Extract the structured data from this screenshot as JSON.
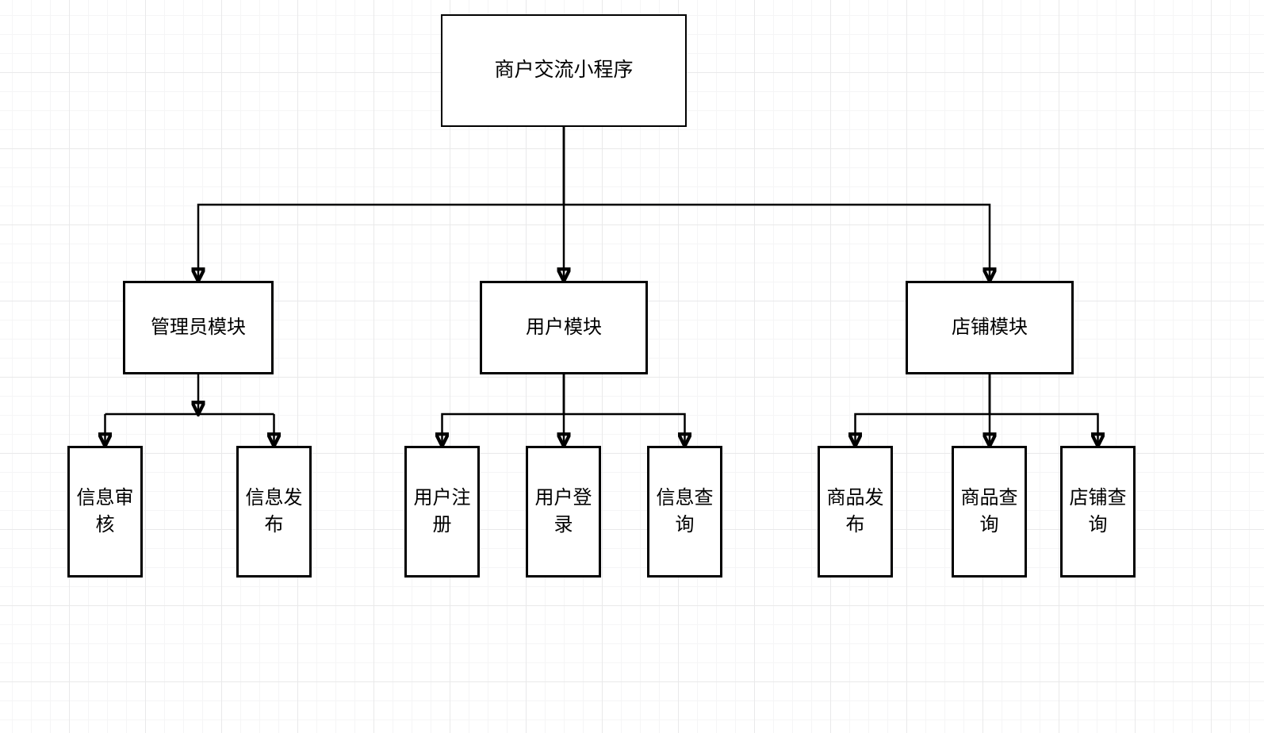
{
  "diagram": {
    "type": "hierarchy-flowchart",
    "direction": "top-down",
    "arrow_style": "solid-triangle",
    "levels": 3
  },
  "colors": {
    "canvas_background": "#ffffff",
    "grid_minor": "#f5f5f6",
    "grid_major": "#e9e9ea",
    "node_fill": "#ffffff",
    "node_stroke": "#000000",
    "edge_stroke": "#000000",
    "text": "#000000"
  },
  "nodes": [
    {
      "id": "root",
      "label": "商户交流小程序",
      "level": 0
    },
    {
      "id": "admin-module",
      "label": "管理员模块",
      "level": 1
    },
    {
      "id": "user-module",
      "label": "用户模块",
      "level": 1
    },
    {
      "id": "shop-module",
      "label": "店铺模块",
      "level": 1
    },
    {
      "id": "info-review",
      "label": "信息审核",
      "level": 2
    },
    {
      "id": "info-publish",
      "label": "信息发布",
      "level": 2
    },
    {
      "id": "user-register",
      "label": "用户注册",
      "level": 2
    },
    {
      "id": "user-login",
      "label": "用户登录",
      "level": 2
    },
    {
      "id": "info-query",
      "label": "信息查询",
      "level": 2
    },
    {
      "id": "product-publish",
      "label": "商品发布",
      "level": 2
    },
    {
      "id": "product-query",
      "label": "商品查询",
      "level": 2
    },
    {
      "id": "shop-query",
      "label": "店铺查询",
      "level": 2
    }
  ],
  "edges": [
    {
      "from": "root",
      "to": "admin-module"
    },
    {
      "from": "root",
      "to": "user-module"
    },
    {
      "from": "root",
      "to": "shop-module"
    },
    {
      "from": "admin-module",
      "to": "info-review"
    },
    {
      "from": "admin-module",
      "to": "info-publish"
    },
    {
      "from": "user-module",
      "to": "user-register"
    },
    {
      "from": "user-module",
      "to": "user-login"
    },
    {
      "from": "user-module",
      "to": "info-query"
    },
    {
      "from": "shop-module",
      "to": "product-publish"
    },
    {
      "from": "shop-module",
      "to": "product-query"
    },
    {
      "from": "shop-module",
      "to": "shop-query"
    }
  ]
}
